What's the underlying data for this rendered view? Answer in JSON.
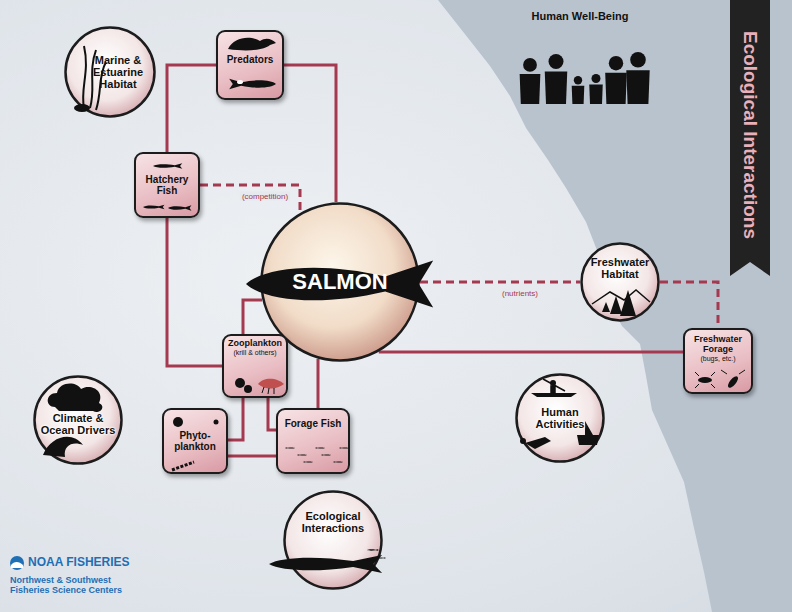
{
  "diagram": {
    "title": "Ecological Interactions",
    "nodes": [
      {
        "text": [
          "Marine & Estuarine Habitat"
        ]
      },
      {
        "text": [
          "Predators"
        ]
      },
      {
        "text": [
          "Human Well-Being"
        ]
      },
      {
        "text": [
          "Hatchery Fish"
        ]
      },
      {
        "text": [
          "SALMON"
        ]
      },
      {
        "text": [
          "Freshwater Habitat"
        ]
      },
      {
        "text": [
          "Zooplankton",
          "(krill & others)"
        ]
      },
      {
        "text": [
          "Freshwater Forage",
          "(bugs, etc.)"
        ]
      },
      {
        "text": [
          "Climate & Ocean Drivers"
        ]
      },
      {
        "text": [
          "Phyto- plankton"
        ]
      },
      {
        "text": [
          "Forage Fish"
        ]
      },
      {
        "text": [
          "Human Activities"
        ]
      },
      {
        "text": [
          "Ecological Interactions"
        ]
      }
    ],
    "edges": [
      {
        "from": 1,
        "to": 4,
        "arrow": "none"
      },
      {
        "from": 1,
        "to": 3,
        "arrow": "none"
      },
      {
        "from": 3,
        "to": 4,
        "label": "(competition)",
        "arrow": "none"
      },
      {
        "from": 3,
        "to": 6,
        "arrow": "none"
      },
      {
        "from": 4,
        "to": 6,
        "arrow": "none"
      },
      {
        "from": 4,
        "to": 10,
        "arrow": "none"
      },
      {
        "from": 6,
        "to": 9,
        "arrow": "none"
      },
      {
        "from": 6,
        "to": 10,
        "arrow": "none"
      },
      {
        "from": 9,
        "to": 10,
        "arrow": "none"
      },
      {
        "from": 4,
        "to": 7,
        "arrow": "none"
      },
      {
        "from": 4,
        "to": 5,
        "label": "(nutrients)",
        "arrow": "none"
      },
      {
        "from": 5,
        "to": 7,
        "arrow": "none"
      }
    ],
    "labels": [
      "NOAA FISHERIES",
      "Northwest & Southwest Fisheries Science Centers"
    ]
  }
}
